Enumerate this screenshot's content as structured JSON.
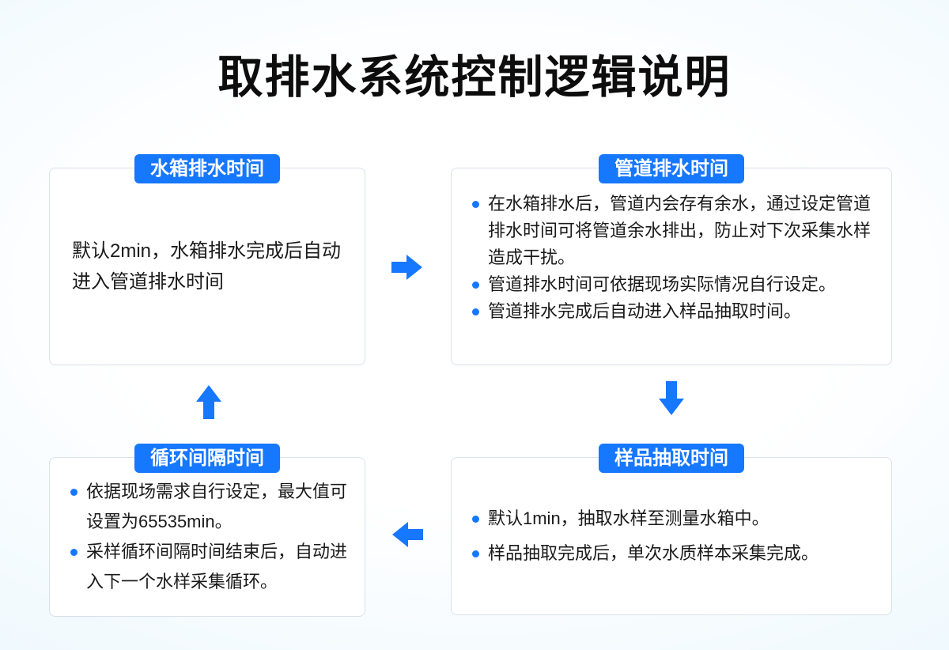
{
  "page": {
    "title": "取排水系统控制逻辑说明"
  },
  "colors": {
    "accent": "#1677ff",
    "text": "#1a1a1a",
    "box_background": "#ffffff",
    "box_border": "#d9e1ea",
    "background_edge": "#cde9f7"
  },
  "boxes": {
    "tank_drain": {
      "label": "水箱排水时间",
      "text": "默认2min，水箱排水完成后自动进入管道排水时间"
    },
    "pipe_drain": {
      "label": "管道排水时间",
      "bullets": [
        "在水箱排水后，管道内会存有余水，通过设定管道排水时间可将管道余水排出，防止对下次采集水样造成干扰。",
        "管道排水时间可依据现场实际情况自行设定。",
        "管道排水完成后自动进入样品抽取时间。"
      ]
    },
    "sample_extract": {
      "label": "样品抽取时间",
      "bullets": [
        "默认1min，抽取水样至测量水箱中。",
        "样品抽取完成后，单次水质样本采集完成。"
      ]
    },
    "cycle_interval": {
      "label": "循环间隔时间",
      "bullets": [
        "依据现场需求自行设定，最大值可设置为65535min。",
        "采样循环间隔时间结束后，自动进入下一个水样采集循环。"
      ]
    }
  },
  "flow": {
    "arrows": [
      "arrow-right",
      "arrow-down",
      "arrow-left",
      "arrow-up"
    ],
    "sequence": [
      "水箱排水时间",
      "管道排水时间",
      "样品抽取时间",
      "循环间隔时间"
    ]
  }
}
